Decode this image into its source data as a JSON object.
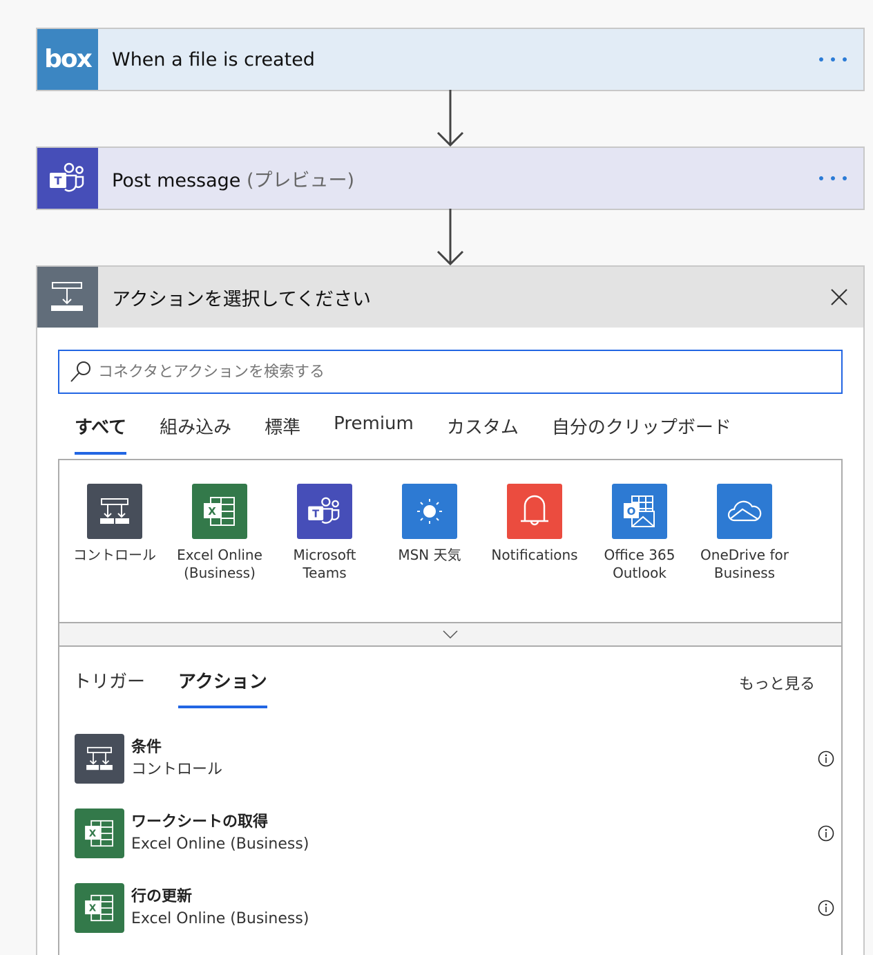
{
  "flow": {
    "trigger": {
      "title": "When a file is created",
      "icon": "box-logo-icon",
      "menu": "more-options",
      "color": "#3c86c2"
    },
    "step2": {
      "title": "Post message",
      "suffix": "(プレビュー)",
      "icon": "teams-icon",
      "menu": "more-options",
      "color": "#464eb8"
    },
    "chooser": {
      "title": "アクションを選択してください",
      "icon": "action-icon",
      "close": "close-icon",
      "search": {
        "placeholder": "コネクタとアクションを検索する",
        "value": ""
      },
      "tabs": [
        {
          "label": "すべて",
          "active": true
        },
        {
          "label": "組み込み"
        },
        {
          "label": "標準"
        },
        {
          "label": "Premium"
        },
        {
          "label": "カスタム"
        },
        {
          "label": "自分のクリップボード"
        }
      ],
      "connectors": [
        {
          "label": "コントロール",
          "icon": "control-icon",
          "color": "#474e5a"
        },
        {
          "label": "Excel Online (Business)",
          "icon": "excel-icon",
          "color": "#33794a"
        },
        {
          "label": "Microsoft Teams",
          "icon": "teams-icon",
          "color": "#464eb8"
        },
        {
          "label": "MSN 天気",
          "icon": "sun-icon",
          "color": "#2d7ad3"
        },
        {
          "label": "Notifications",
          "icon": "bell-icon",
          "color": "#eb4c3f"
        },
        {
          "label": "Office 365 Outlook",
          "icon": "outlook-icon",
          "color": "#2d7ad3"
        },
        {
          "label": "OneDrive for Business",
          "icon": "onedrive-icon",
          "color": "#2d7ad3"
        }
      ],
      "subtabs": [
        {
          "label": "トリガー"
        },
        {
          "label": "アクション",
          "active": true
        }
      ],
      "more_link": "もっと見る",
      "actions": [
        {
          "title": "条件",
          "subtitle": "コントロール",
          "icon": "control-icon",
          "color": "#474e5a"
        },
        {
          "title": "ワークシートの取得",
          "subtitle": "Excel Online (Business)",
          "icon": "excel-icon",
          "color": "#33794a"
        },
        {
          "title": "行の更新",
          "subtitle": "Excel Online (Business)",
          "icon": "excel-icon",
          "color": "#33794a"
        }
      ]
    }
  },
  "colors": {
    "accent": "#2266e3",
    "link_dots": "#2b7bd6"
  }
}
